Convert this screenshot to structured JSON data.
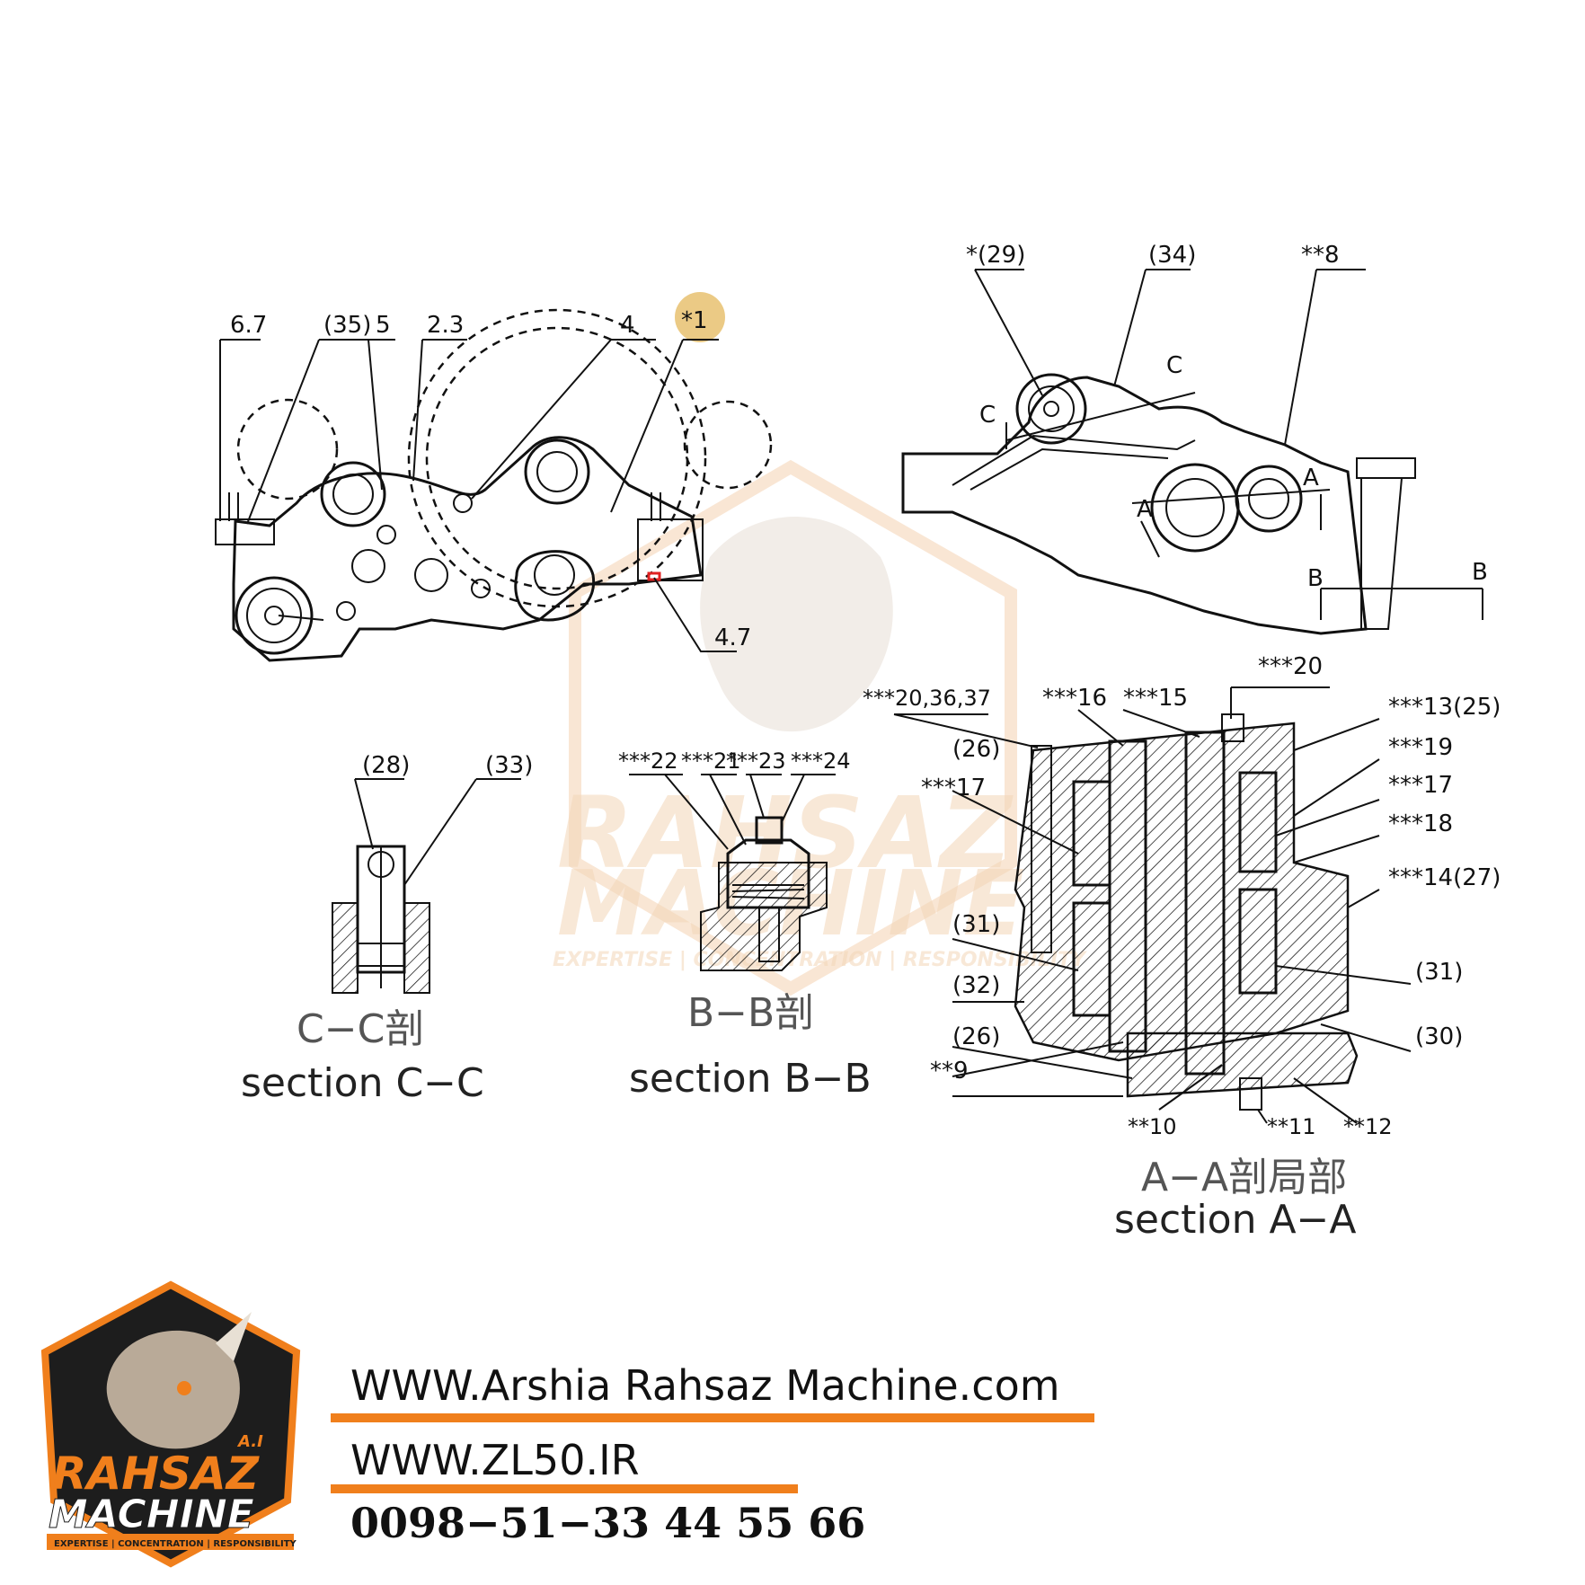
{
  "brand": {
    "accent": "#f07f1c",
    "dark": "#1d1d1d",
    "watermark_line1": "RAHSAZ",
    "watermark_line2": "MACHINE",
    "watermark_tagline": "EXPERTISE | CONCENTRATION | RESPONSIBILITY",
    "logo_line1": "RAHSAZ",
    "logo_line2": "MACHINE",
    "logo_mark": "A.I",
    "logo_tagline": "EXPERTISE | CONCENTRATION | RESPONSIBILITY"
  },
  "footer": {
    "website1": "WWW.Arshia Rahsaz Machine.com",
    "website2": "WWW.ZL50.IR",
    "phone": "0098−51−33 44 55 66"
  },
  "top_left_view": {
    "labels": [
      "6.7",
      "(35)",
      "5",
      "2.3",
      "4",
      "*1",
      "4.7"
    ],
    "highlight_color": "#e8c170"
  },
  "top_right_view": {
    "labels": [
      "*(29)",
      "(34)",
      "**8",
      "C",
      "C",
      "A",
      "A",
      "B",
      "B"
    ]
  },
  "section_cc": {
    "labels": [
      "(28)",
      "(33)"
    ],
    "caption_cn": "C−C剖",
    "caption": "section  C−C"
  },
  "section_bb": {
    "labels": [
      "***22",
      "***21",
      "***23",
      "***24"
    ],
    "caption_cn": "B−B剖",
    "caption": "section  B−B"
  },
  "section_aa": {
    "labels": [
      "***20,36,37",
      "***16",
      "***15",
      "***20",
      "***13(25)",
      "(26)",
      "***19",
      "***17",
      "***17",
      "***18",
      "***14(27)",
      "(31)",
      "(31)",
      "(32)",
      "(30)",
      "(26)",
      "**9",
      "**10",
      "**11",
      "**12"
    ],
    "caption_cn": "A−A剖局部",
    "caption": "section  A−A"
  }
}
